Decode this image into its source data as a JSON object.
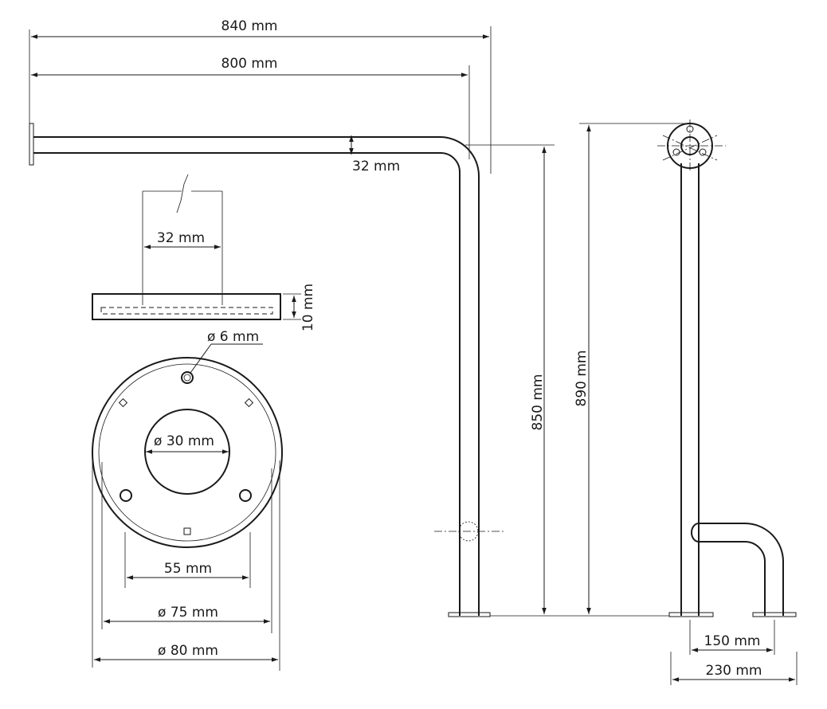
{
  "dimensions": {
    "total_length": "840 mm",
    "arm_length": "800 mm",
    "tube_diameter_top": "32 mm",
    "tube_diameter_detail": "32 mm",
    "plate_thickness": "10 mm",
    "hole_diameter": "ø 6 mm",
    "center_hole_diameter": "ø 30 mm",
    "hole_spacing": "55 mm",
    "bolt_circle": "ø 75 mm",
    "plate_diameter": "ø 80 mm",
    "height_to_tube": "850 mm",
    "total_height": "890 mm",
    "foot_offset": "150 mm",
    "foot_span": "230 mm"
  },
  "colors": {
    "line": "#1a1a1a",
    "background": "#ffffff"
  }
}
